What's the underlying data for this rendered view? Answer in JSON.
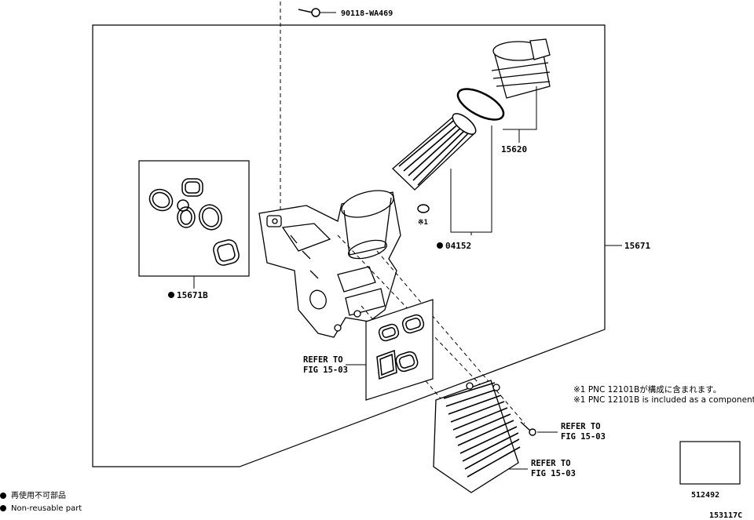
{
  "diagram": {
    "parts": {
      "bolt": "90118-WA469",
      "cap_assembly": "15620",
      "element_kit": "04152",
      "assembly": "15671",
      "gasket_kit": "15671B"
    },
    "refer_label_1": "REFER TO",
    "refer_label_2": "FIG 15-03",
    "component_marker": "※1",
    "note_ja": "※1 PNC 12101Bが構成に含まれます。",
    "note_en": "※1 PNC 12101B is included as a component",
    "box_number": "512492",
    "figure_id": "153117C"
  },
  "legend": {
    "non_reusable_ja": "再使用不可部品",
    "non_reusable_en": "Non-reusable part"
  }
}
